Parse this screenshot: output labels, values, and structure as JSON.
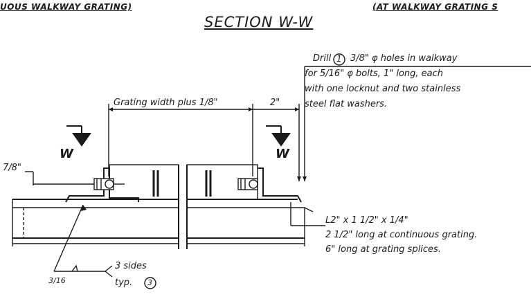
{
  "headers": {
    "left": "UOUS WALKWAY GRATING)",
    "right": "(AT WALKWAY GRATING S"
  },
  "title": "SECTION W-W",
  "drill_note": [
    "Drill",
    "1",
    "3/8\" φ holes in walkway",
    "for 5/16\" φ bolts, 1\" long, each",
    "with one locknut and two stainless",
    "steel flat washers."
  ],
  "dimensions": {
    "grating_width": "Grating width plus 1/8\"",
    "two_inch": "2\"",
    "seven_eighths": "7/8\""
  },
  "section_markers": [
    "W",
    "W"
  ],
  "angle_note": [
    "L2\" x 1 1/2\" x 1/4\"",
    "2 1/2\" long at continuous grating.",
    "6\" long at grating splices."
  ],
  "weld_note": {
    "size": "3/16",
    "sides": "3 sides",
    "typ": "typ.",
    "ref": "3"
  }
}
